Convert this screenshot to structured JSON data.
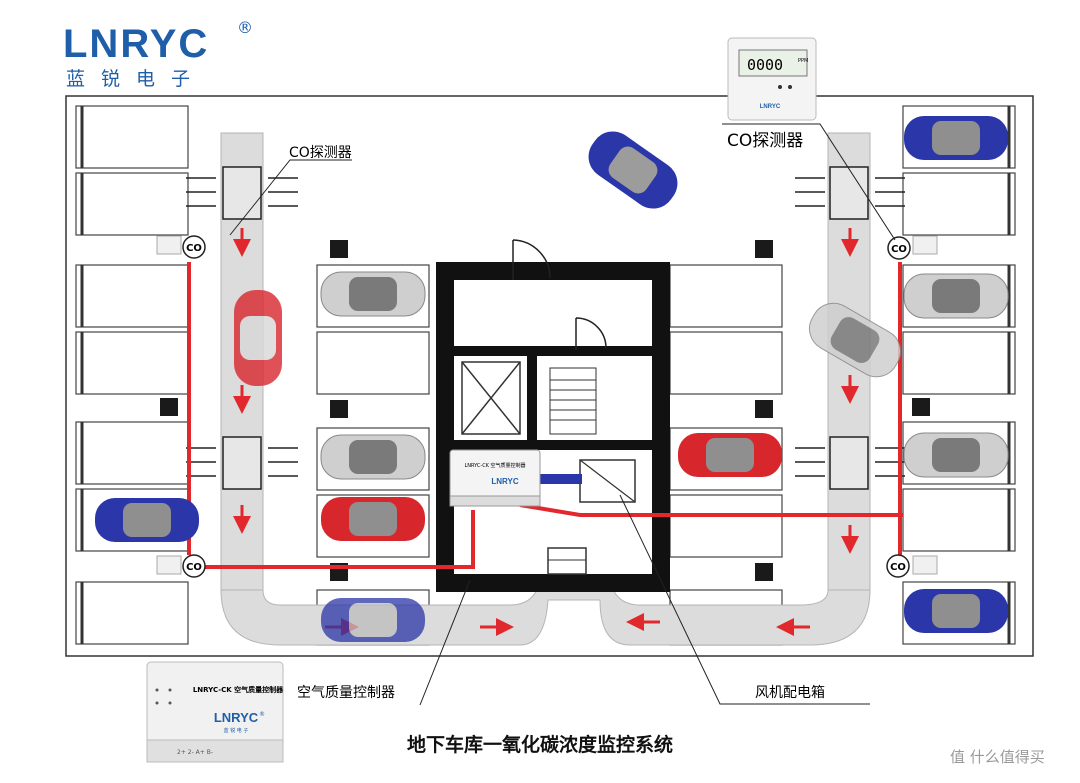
{
  "brand": {
    "logo_text": "LNRYC",
    "logo_reg": "®",
    "logo_sub": "蓝锐电子"
  },
  "labels": {
    "co_detector_left": "CO探测器",
    "co_detector_right": "CO探测器",
    "co_badge": "CO",
    "controller": "空气质量控制器",
    "fan_box": "风机配电箱"
  },
  "devices": {
    "lcd_digits": "0000",
    "lcd_unit": "PPM",
    "detector_brand": "LNRYC",
    "controller_model": "LNRYC-CK 空气质量控制器",
    "controller_brand": "LNRYC",
    "controller_brand_reg": "®",
    "controller_sub": "蓝 锐 电 子",
    "controller_bottom": "2+ 2- A+ B-",
    "mini_model": "LNRYC-CK 空气质量控制器",
    "mini_brand": "LNRYC"
  },
  "title": "地下车库一氧化碳浓度监控系统",
  "watermark": "值 什么值得买",
  "colors": {
    "brand_blue": "#1f5ea8",
    "wire_red": "#e0282d",
    "duct_gray": "#d9d9d9",
    "wall_black": "#111111",
    "car_blue": "#2b36a8",
    "car_red": "#d8262d",
    "car_silver": "#c8c8c8"
  }
}
